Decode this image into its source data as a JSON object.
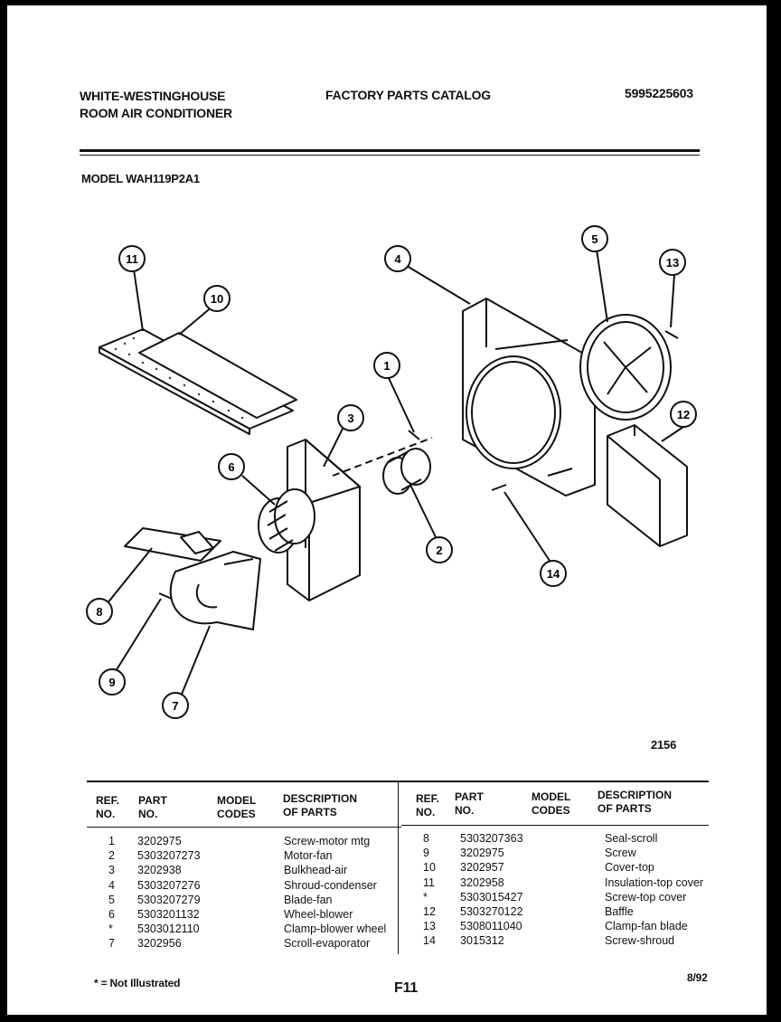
{
  "header": {
    "brand_line1": "WHITE-WESTINGHOUSE",
    "brand_line2": "ROOM AIR CONDITIONER",
    "catalog_title": "FACTORY PARTS CATALOG",
    "catalog_number": "5995225603",
    "model_label": "MODEL WAH119P2A1"
  },
  "diagram": {
    "figure_code": "2156",
    "callouts": [
      "1",
      "2",
      "3",
      "4",
      "5",
      "6",
      "7",
      "8",
      "9",
      "10",
      "11",
      "12",
      "13",
      "14"
    ]
  },
  "table": {
    "headers": {
      "ref": "REF.",
      "ref2": "NO.",
      "part": "PART",
      "part2": "NO.",
      "model": "MODEL",
      "model2": "CODES",
      "desc": "DESCRIPTION",
      "desc2": "OF PARTS"
    },
    "left_rows": [
      {
        "ref": "1",
        "part": "3202975",
        "desc": "Screw-motor mtg"
      },
      {
        "ref": "2",
        "part": "5303207273",
        "desc": "Motor-fan"
      },
      {
        "ref": "3",
        "part": "3202938",
        "desc": "Bulkhead-air"
      },
      {
        "ref": "4",
        "part": "5303207276",
        "desc": "Shroud-condenser"
      },
      {
        "ref": "5",
        "part": "5303207279",
        "desc": "Blade-fan"
      },
      {
        "ref": "6",
        "part": "5303201132",
        "desc": "Wheel-blower"
      },
      {
        "ref": "*",
        "part": "5303012110",
        "desc": "Clamp-blower wheel"
      },
      {
        "ref": "7",
        "part": "3202956",
        "desc": "Scroll-evaporator"
      }
    ],
    "right_rows": [
      {
        "ref": "8",
        "part": "5303207363",
        "desc": "Seal-scroll"
      },
      {
        "ref": "9",
        "part": "3202975",
        "desc": "Screw"
      },
      {
        "ref": "10",
        "part": "3202957",
        "desc": "Cover-top"
      },
      {
        "ref": "11",
        "part": "3202958",
        "desc": "Insulation-top cover"
      },
      {
        "ref": "*",
        "part": "5303015427",
        "desc": "Screw-top cover"
      },
      {
        "ref": "12",
        "part": "5303270122",
        "desc": "Baffle"
      },
      {
        "ref": "13",
        "part": "5308011040",
        "desc": "Clamp-fan blade"
      },
      {
        "ref": "14",
        "part": "3015312",
        "desc": "Screw-shroud"
      }
    ]
  },
  "footer": {
    "note": "* = Not Illustrated",
    "page": "F11",
    "date": "8/92"
  }
}
